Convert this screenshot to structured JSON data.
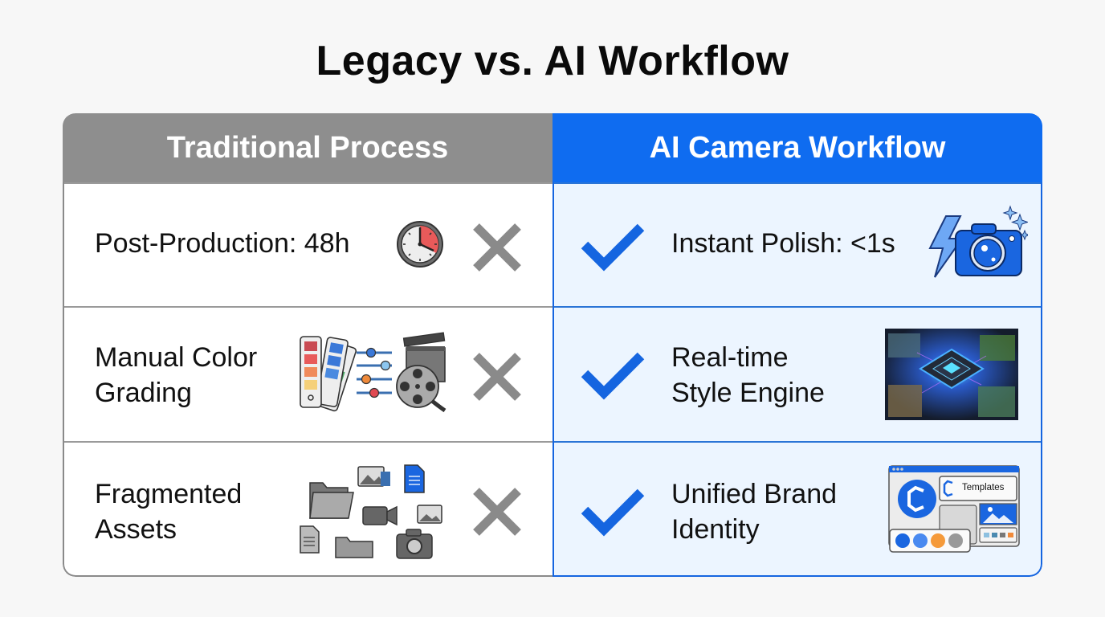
{
  "title": "Legacy vs. AI Workflow",
  "colors": {
    "legacy_header": "#8e8e8e",
    "ai_header": "#0f6cf0",
    "ai_background": "#ecf5ff",
    "cross": "#8a8a8a",
    "check": "#1565e0"
  },
  "columns": {
    "traditional": {
      "header": "Traditional Process",
      "rows": [
        {
          "label": "Post-Production: 48h",
          "icon": "stopwatch-icon",
          "status": "cross-icon"
        },
        {
          "label_line1": "Manual Color",
          "label_line2": "Grading",
          "icon": "color-grading-tools-icon",
          "status": "cross-icon"
        },
        {
          "label_line1": "Fragmented",
          "label_line2": "Assets",
          "icon": "scattered-files-icon",
          "status": "cross-icon"
        }
      ]
    },
    "ai": {
      "header": "AI Camera Workflow",
      "rows": [
        {
          "label": "Instant Polish: <1s",
          "icon": "flash-camera-icon",
          "status": "check-icon"
        },
        {
          "label_line1": "Real-time",
          "label_line2": "Style Engine",
          "icon": "ai-chip-image",
          "status": "check-icon"
        },
        {
          "label_line1": "Unified Brand",
          "label_line2": "Identity",
          "icon": "brand-kit-icon",
          "brand_kit_label": "Templates",
          "status": "check-icon"
        }
      ]
    }
  }
}
